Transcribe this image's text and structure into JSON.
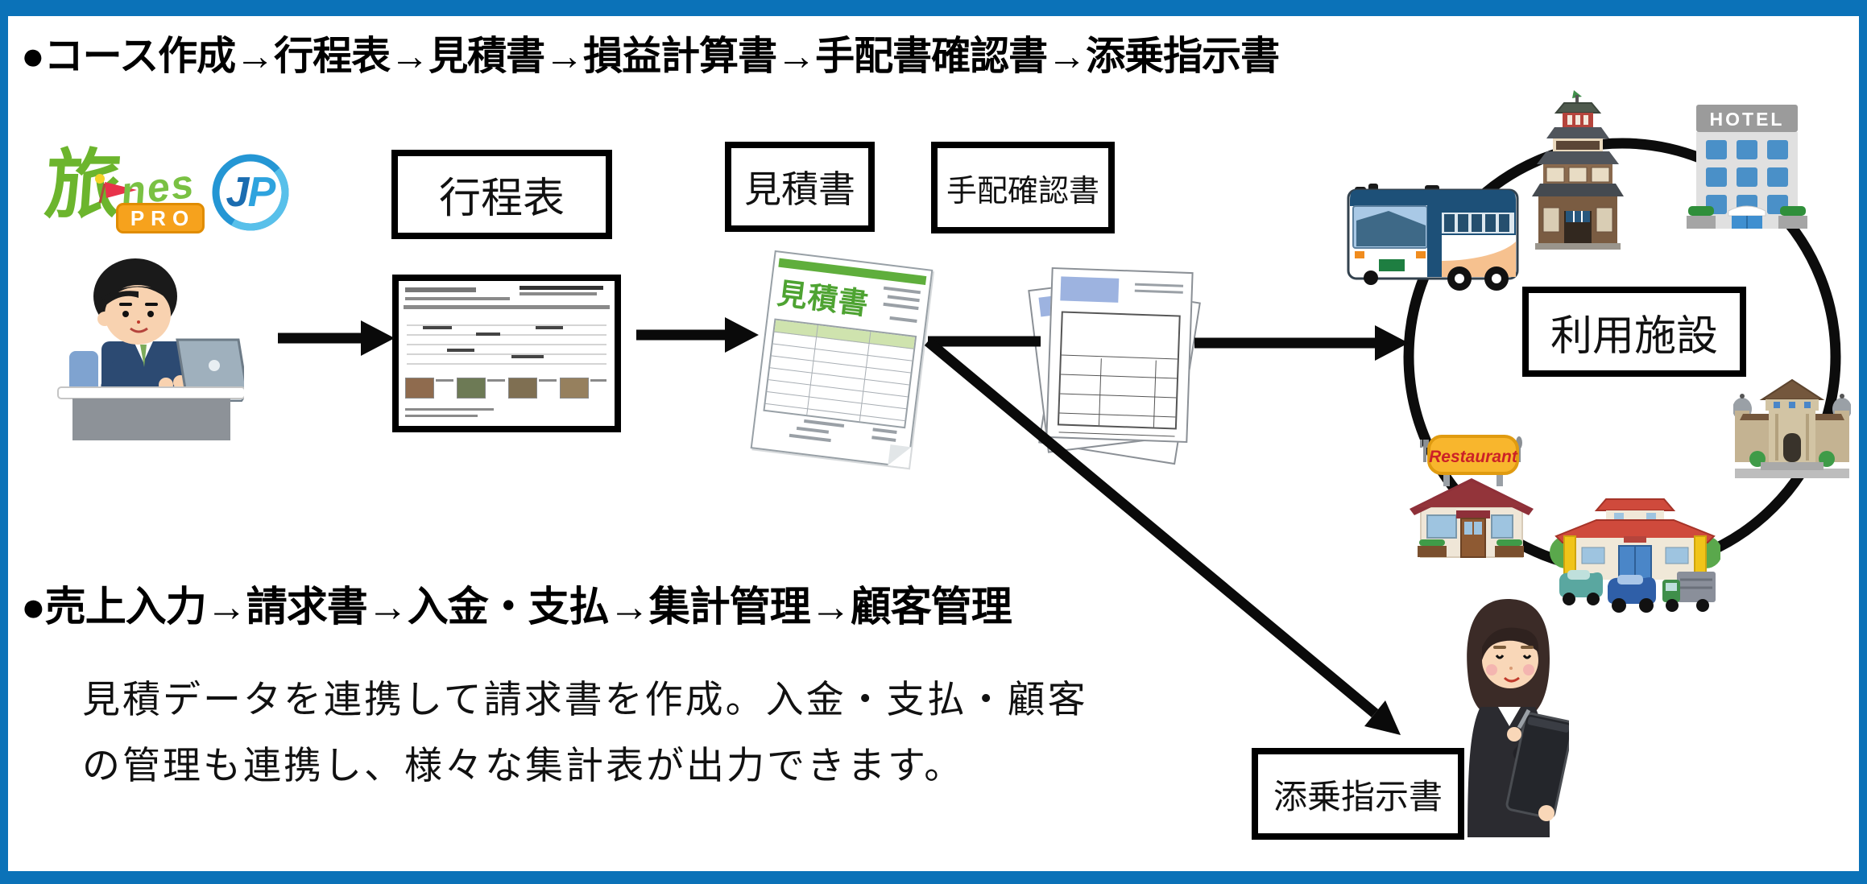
{
  "frame": {
    "border_color": "#0b72b8"
  },
  "headings": {
    "flow1": "●コース作成→行程表→見積書→損益計算書→手配書確認書→添乗指示書",
    "flow2": "●売上入力→請求書→入金・支払→集計管理→顧客管理"
  },
  "description": {
    "line1": "見積データを連携して請求書を作成。入金・支払・顧客",
    "line2": "の管理も連携し、様々な集計表が出力できます。"
  },
  "labels": {
    "itinerary": "行程表",
    "estimate": "見積書",
    "arrangement": "手配確認書",
    "facilities": "利用施設",
    "tour_instruction": "添乗指示書"
  },
  "logo": {
    "tabi": "旅",
    "nes": "nes",
    "pro": "PRO",
    "jp": {
      "j": "J",
      "p": "P"
    },
    "green": "#6cb52d",
    "orange": "#f6a21d",
    "blue": "#2496d4"
  },
  "illustrations": {
    "estimate_title": "見積書",
    "hotel_sign": "HOTEL",
    "restaurant_sign": "Restaurant",
    "names": [
      "businessman-at-laptop",
      "itinerary-document",
      "estimate-document",
      "arrangement-documents",
      "sightseeing-bus",
      "onsen-building",
      "hotel-building",
      "museum-building",
      "restaurant-building",
      "roadside-station",
      "tour-conductor-woman"
    ]
  },
  "colors": {
    "arrow_black": "#0a0a0a",
    "estimate_green": "#5fae3c",
    "doc_header_blue": "#9db3e0"
  }
}
